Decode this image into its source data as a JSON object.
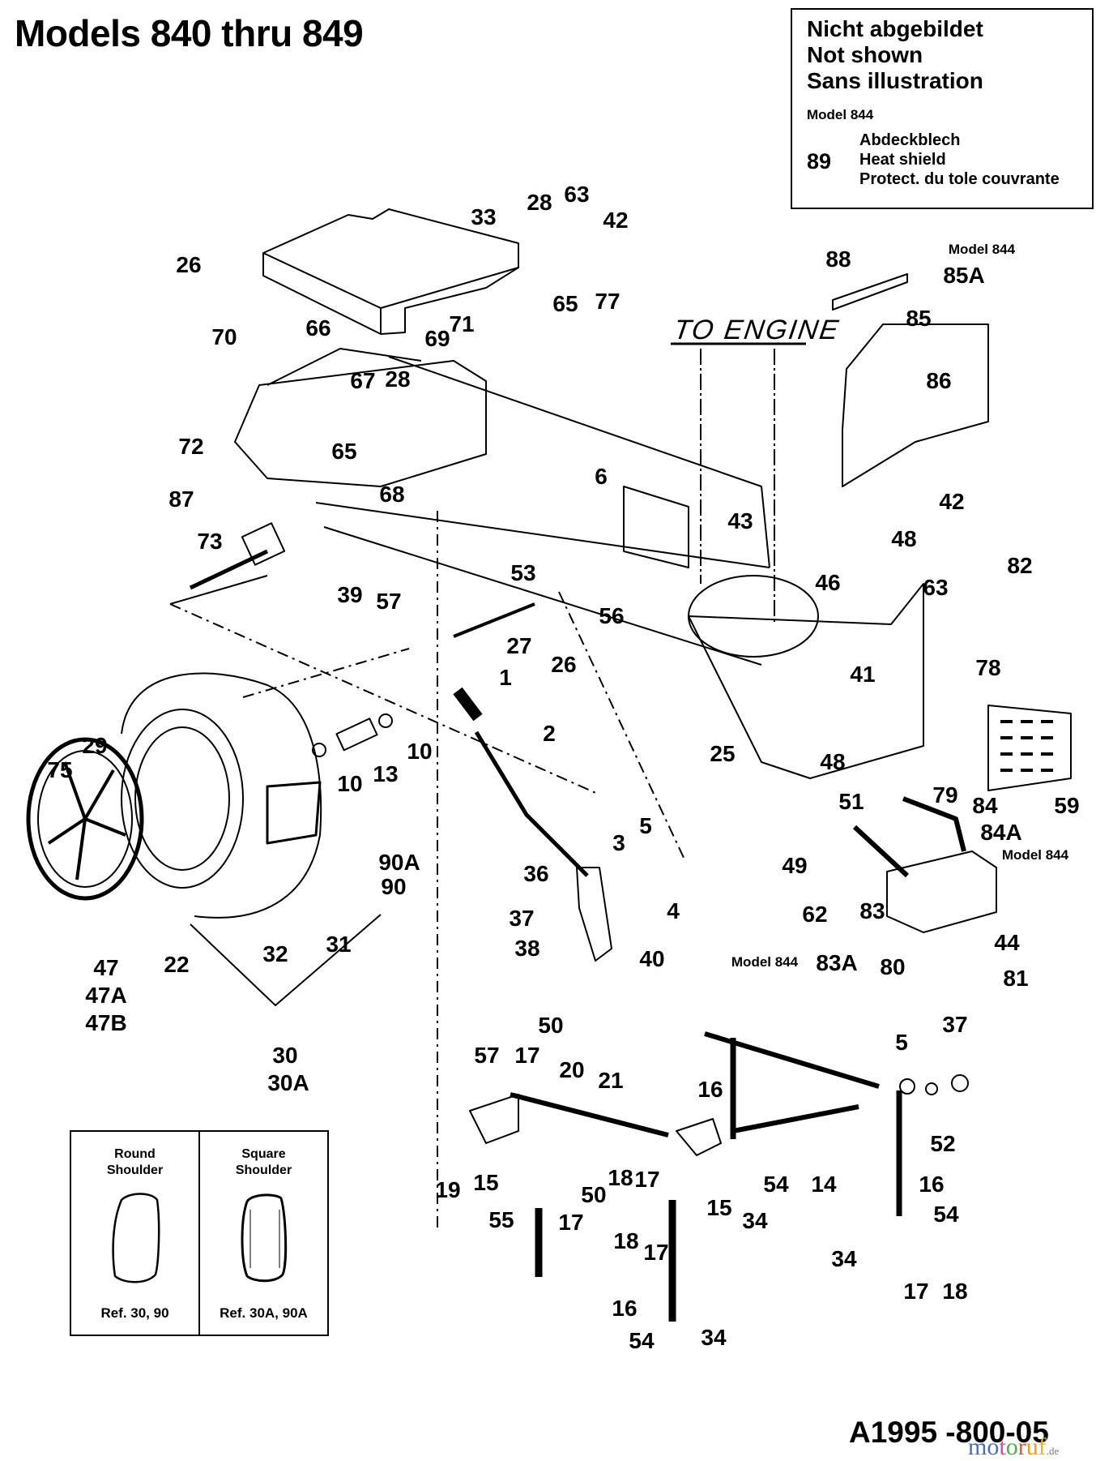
{
  "title": "Models 840 thru 849",
  "legend": {
    "lines": [
      "Nicht abgebildet",
      "Not shown",
      "Sans illustration"
    ],
    "model": "Model 844",
    "part_number": "89",
    "descriptions": [
      "Abdeckblech",
      "Heat shield",
      "Protect. du tole couvrante"
    ]
  },
  "annotations": {
    "to_engine": "TO ENGINE",
    "model_844_a": "Model 844",
    "model_844_b": "Model 844",
    "model_844_c": "Model 844"
  },
  "callouts": [
    {
      "id": "26a",
      "label": "26"
    },
    {
      "id": "70",
      "label": "70"
    },
    {
      "id": "66",
      "label": "66"
    },
    {
      "id": "71",
      "label": "71"
    },
    {
      "id": "33",
      "label": "33"
    },
    {
      "id": "28a",
      "label": "28"
    },
    {
      "id": "63a",
      "label": "63"
    },
    {
      "id": "42a",
      "label": "42"
    },
    {
      "id": "65a",
      "label": "65"
    },
    {
      "id": "77",
      "label": "77"
    },
    {
      "id": "69",
      "label": "69"
    },
    {
      "id": "67",
      "label": "67"
    },
    {
      "id": "28b",
      "label": "28"
    },
    {
      "id": "65b",
      "label": "65"
    },
    {
      "id": "72",
      "label": "72"
    },
    {
      "id": "68",
      "label": "68"
    },
    {
      "id": "87",
      "label": "87"
    },
    {
      "id": "73",
      "label": "73"
    },
    {
      "id": "39",
      "label": "39"
    },
    {
      "id": "57a",
      "label": "57"
    },
    {
      "id": "6",
      "label": "6"
    },
    {
      "id": "53",
      "label": "53"
    },
    {
      "id": "56",
      "label": "56"
    },
    {
      "id": "26b",
      "label": "26"
    },
    {
      "id": "27",
      "label": "27"
    },
    {
      "id": "43",
      "label": "43"
    },
    {
      "id": "88",
      "label": "88"
    },
    {
      "id": "85A",
      "label": "85A"
    },
    {
      "id": "85",
      "label": "85"
    },
    {
      "id": "86",
      "label": "86"
    },
    {
      "id": "42b",
      "label": "42"
    },
    {
      "id": "48a",
      "label": "48"
    },
    {
      "id": "46",
      "label": "46"
    },
    {
      "id": "63b",
      "label": "63"
    },
    {
      "id": "82",
      "label": "82"
    },
    {
      "id": "41",
      "label": "41"
    },
    {
      "id": "78",
      "label": "78"
    },
    {
      "id": "25",
      "label": "25"
    },
    {
      "id": "48b",
      "label": "48"
    },
    {
      "id": "51",
      "label": "51"
    },
    {
      "id": "79",
      "label": "79"
    },
    {
      "id": "84",
      "label": "84"
    },
    {
      "id": "59",
      "label": "59"
    },
    {
      "id": "84A",
      "label": "84A"
    },
    {
      "id": "49",
      "label": "49"
    },
    {
      "id": "62",
      "label": "62"
    },
    {
      "id": "83",
      "label": "83"
    },
    {
      "id": "83A",
      "label": "83A"
    },
    {
      "id": "80",
      "label": "80"
    },
    {
      "id": "44",
      "label": "44"
    },
    {
      "id": "81",
      "label": "81"
    },
    {
      "id": "1",
      "label": "1"
    },
    {
      "id": "2",
      "label": "2"
    },
    {
      "id": "5a",
      "label": "5"
    },
    {
      "id": "3",
      "label": "3"
    },
    {
      "id": "36",
      "label": "36"
    },
    {
      "id": "4",
      "label": "4"
    },
    {
      "id": "37a",
      "label": "37"
    },
    {
      "id": "38",
      "label": "38"
    },
    {
      "id": "40",
      "label": "40"
    },
    {
      "id": "29",
      "label": "29"
    },
    {
      "id": "75",
      "label": "75"
    },
    {
      "id": "10a",
      "label": "10"
    },
    {
      "id": "10b",
      "label": "10"
    },
    {
      "id": "13",
      "label": "13"
    },
    {
      "id": "90A",
      "label": "90A"
    },
    {
      "id": "90",
      "label": "90"
    },
    {
      "id": "31",
      "label": "31"
    },
    {
      "id": "32",
      "label": "32"
    },
    {
      "id": "22",
      "label": "22"
    },
    {
      "id": "47",
      "label": "47"
    },
    {
      "id": "47A",
      "label": "47A"
    },
    {
      "id": "47B",
      "label": "47B"
    },
    {
      "id": "30",
      "label": "30"
    },
    {
      "id": "30A",
      "label": "30A"
    },
    {
      "id": "50a",
      "label": "50"
    },
    {
      "id": "57b",
      "label": "57"
    },
    {
      "id": "17a",
      "label": "17"
    },
    {
      "id": "20",
      "label": "20"
    },
    {
      "id": "21",
      "label": "21"
    },
    {
      "id": "19",
      "label": "19"
    },
    {
      "id": "15a",
      "label": "15"
    },
    {
      "id": "18a",
      "label": "18"
    },
    {
      "id": "17b",
      "label": "17"
    },
    {
      "id": "50b",
      "label": "50"
    },
    {
      "id": "55",
      "label": "55"
    },
    {
      "id": "17c",
      "label": "17"
    },
    {
      "id": "18b",
      "label": "18"
    },
    {
      "id": "17d",
      "label": "17"
    },
    {
      "id": "16a",
      "label": "16"
    },
    {
      "id": "54a",
      "label": "54"
    },
    {
      "id": "34a",
      "label": "34"
    },
    {
      "id": "15b",
      "label": "15"
    },
    {
      "id": "16b",
      "label": "16"
    },
    {
      "id": "54b",
      "label": "54"
    },
    {
      "id": "34b",
      "label": "34"
    },
    {
      "id": "14",
      "label": "14"
    },
    {
      "id": "5b",
      "label": "5"
    },
    {
      "id": "37b",
      "label": "37"
    },
    {
      "id": "52",
      "label": "52"
    },
    {
      "id": "16c",
      "label": "16"
    },
    {
      "id": "54c",
      "label": "54"
    },
    {
      "id": "34c",
      "label": "34"
    },
    {
      "id": "17e",
      "label": "17"
    },
    {
      "id": "18c",
      "label": "18"
    }
  ],
  "tire_profiles": [
    {
      "heading": [
        "Round",
        "Shoulder"
      ],
      "ref": "Ref. 30, 90",
      "shape": "round-shoulder"
    },
    {
      "heading": [
        "Square",
        "Shoulder"
      ],
      "ref": "Ref. 30A, 90A",
      "shape": "square-shoulder"
    }
  ],
  "drawing_id": "A1995 -800-05",
  "watermark": {
    "letters": [
      {
        "ch": "m",
        "color": "#4a6fb5"
      },
      {
        "ch": "o",
        "color": "#4a6fb5"
      },
      {
        "ch": "t",
        "color": "#d9489a"
      },
      {
        "ch": "o",
        "color": "#4caf50"
      },
      {
        "ch": "r",
        "color": "#e0523b"
      },
      {
        "ch": "u",
        "color": "#f39c12"
      },
      {
        "ch": "f",
        "color": "#e8b820"
      }
    ],
    "tld": ".de"
  }
}
